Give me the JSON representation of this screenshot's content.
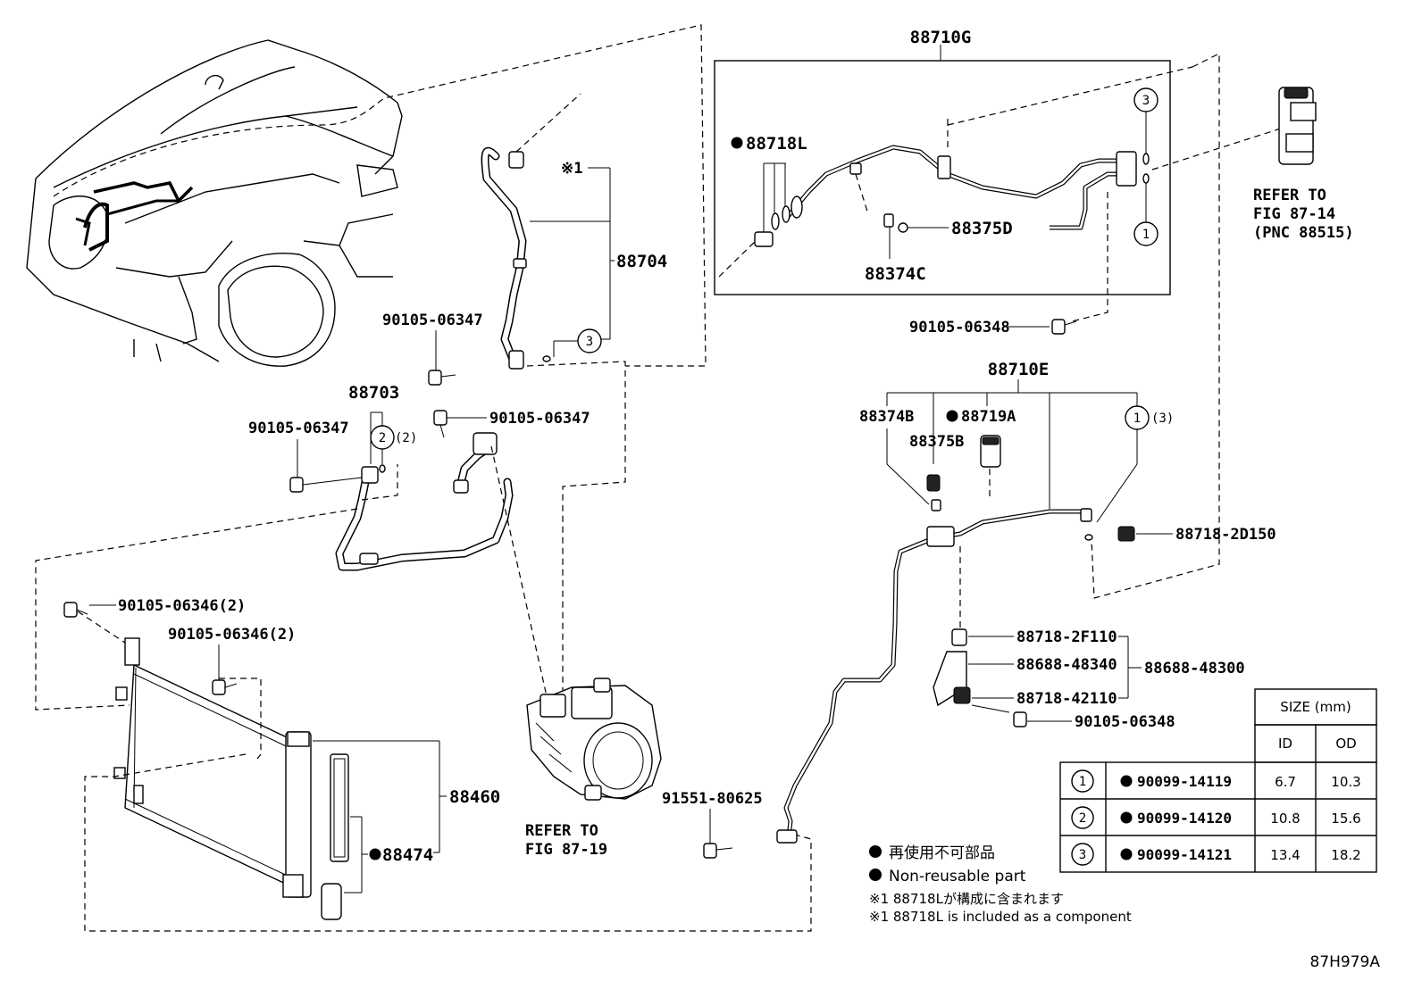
{
  "parts": {
    "p88710G": "88710G",
    "p88718L": "88718L",
    "p88375D": "88375D",
    "p88374C": "88374C",
    "p88704": "88704",
    "note_mark": "※1",
    "p90105_06347_a": "90105-06347",
    "p90105_06347_b": "90105-06347",
    "p90105_06347_c": "90105-06347",
    "p88703": "88703",
    "o2_qty": "(2)",
    "p90105_06348_a": "90105-06348",
    "p90105_06348_b": "90105-06348",
    "p88710E": "88710E",
    "p88374B": "88374B",
    "p88719A": "88719A",
    "p88375B": "88375B",
    "o1_qty": "(3)",
    "p88718_2D150": "88718-2D150",
    "p90105_06346_a": "90105-06346(2)",
    "p90105_06346_b": "90105-06346(2)",
    "p88718_2F110": "88718-2F110",
    "p88688_48340": "88688-48340",
    "p88688_48300": "88688-48300",
    "p88718_42110": "88718-42110",
    "p88460": "88460",
    "p88474": "88474",
    "p91551_80625": "91551-80625",
    "circle1": "1",
    "circle2": "2",
    "circle3": "3"
  },
  "refs": {
    "compressor_line1": "REFER TO",
    "compressor_line2": "FIG 87-19",
    "valve_line1": "REFER TO",
    "valve_line2": "FIG 87-14",
    "valve_line3": "(PNC 88515)"
  },
  "size_table": {
    "title": "SIZE (mm)",
    "col_id": "ID",
    "col_od": "OD",
    "rows": [
      {
        "ref": "1",
        "part": "90099-14119",
        "id": "6.7",
        "od": "10.3"
      },
      {
        "ref": "2",
        "part": "90099-14120",
        "id": "10.8",
        "od": "15.6"
      },
      {
        "ref": "3",
        "part": "90099-14121",
        "id": "13.4",
        "od": "18.2"
      }
    ]
  },
  "legend": {
    "jp_nonreusable": "再使用不可部品",
    "en_nonreusable": "Non-reusable part",
    "jp_note": "※1 88718Lが構成に含まれます",
    "en_note": "※1 88718L is included as a component"
  },
  "diagram_id": "87H979A"
}
